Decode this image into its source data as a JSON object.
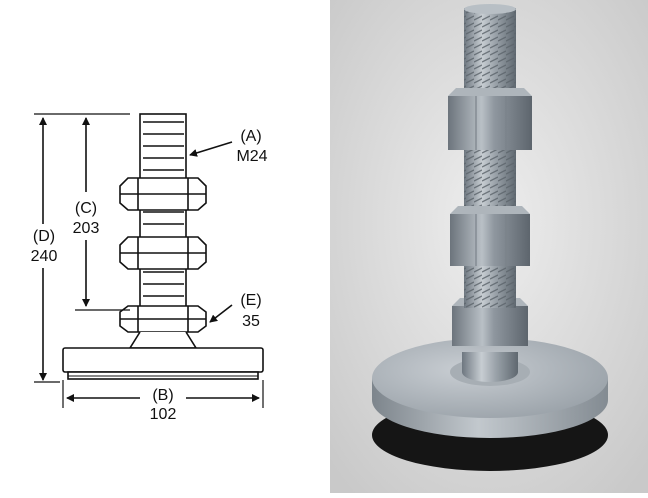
{
  "callouts": {
    "a": {
      "letter": "(A)",
      "value": "M24"
    },
    "b": {
      "letter": "(B)",
      "value": "102"
    },
    "c": {
      "letter": "(C)",
      "value": "203"
    },
    "d": {
      "letter": "(D)",
      "value": "240"
    },
    "e": {
      "letter": "(E)",
      "value": "35"
    }
  },
  "colors": {
    "line": "#111111",
    "photo_bg": "#dcdcdc",
    "metal": "#9aa3ab"
  }
}
